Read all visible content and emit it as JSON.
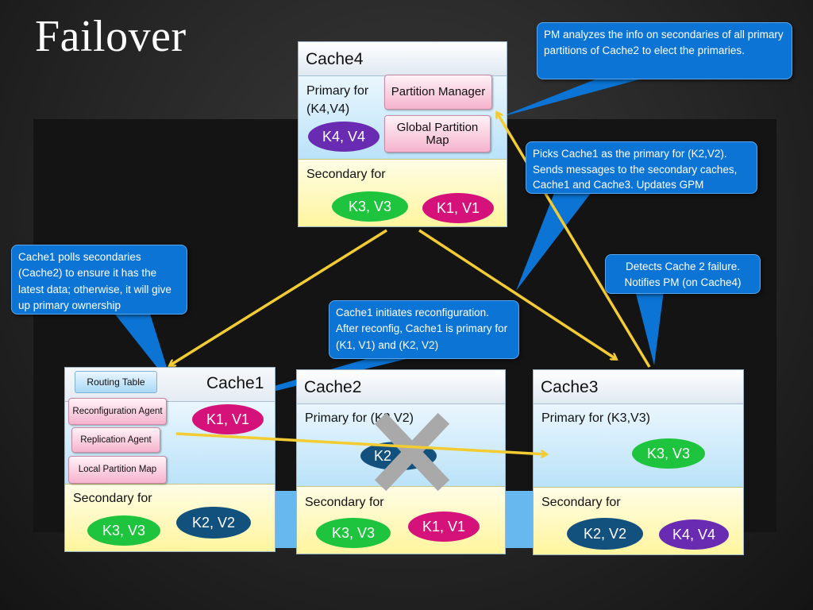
{
  "title": "Failover",
  "cache4": {
    "name": "Cache4",
    "primary_label": "Primary for (K4,V4)",
    "primary_cloud": "K4, V4",
    "partition_manager": "Partition Manager",
    "global_partition_map": "Global Partition Map",
    "secondary_label": "Secondary for",
    "secondary_clouds": [
      "K3, V3",
      "K1, V1"
    ]
  },
  "cache1": {
    "name": "Cache1",
    "routing_table": "Routing Table",
    "reconfiguration_agent": "Reconfiguration Agent",
    "replication_agent": "Replication Agent",
    "local_partition_map": "Local Partition Map",
    "primary_cloud": "K1, V1",
    "secondary_label": "Secondary for",
    "secondary_clouds": [
      "K3, V3",
      "K2, V2"
    ]
  },
  "cache2": {
    "name": "Cache2",
    "primary_label": "Primary for (K2,V2)",
    "primary_cloud": "K2",
    "secondary_label": "Secondary for",
    "secondary_clouds": [
      "K3, V3",
      "K1, V1"
    ]
  },
  "cache3": {
    "name": "Cache3",
    "primary_label": "Primary for (K3,V3)",
    "primary_cloud": "K3, V3",
    "secondary_label": "Secondary for",
    "secondary_clouds": [
      "K2, V2",
      "K4, V4"
    ]
  },
  "callouts": {
    "pm_analyzes": "PM analyzes the info on secondaries of all primary partitions of Cache2 to elect the primaries.",
    "picks_cache1": "Picks Cache1 as the primary for (K2,V2). Sends messages to the secondary caches, Cache1 and Cache3.  Updates GPM",
    "detects_failure": "Detects Cache 2 failure. Notifies PM (on Cache4)",
    "cache1_polls": "Cache1 polls secondaries (Cache2) to ensure it has the latest data; otherwise, it will give up primary ownership",
    "cache1_initiates": "Cache1 initiates reconfiguration. After reconfig, Cache1 is primary for (K1, V1) and (K2, V2)"
  },
  "colors": {
    "callout": "#0b74d4",
    "arrow": "#f2cc32",
    "cloud_green": "#1ec43e",
    "cloud_pink": "#d4127a",
    "cloud_navy": "#12507e",
    "cloud_purple": "#6a2bb3",
    "failure_x": "#a9a9a9"
  }
}
